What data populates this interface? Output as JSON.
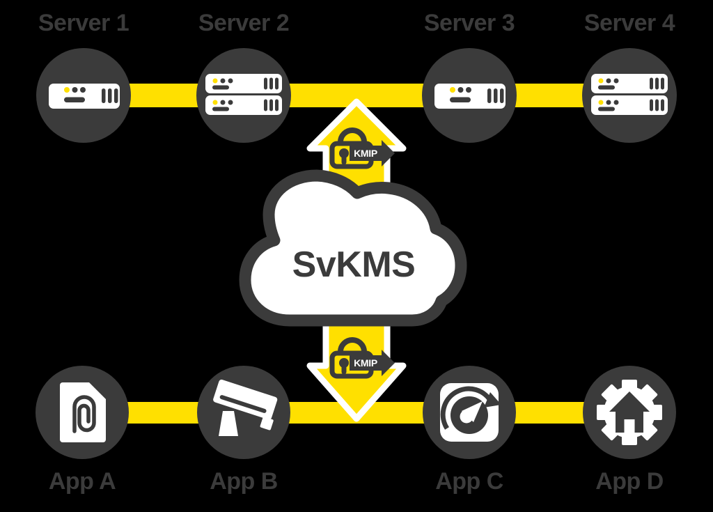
{
  "diagram": {
    "cloud_title": "SvKMS",
    "protocol_label": "KMIP",
    "top_row": [
      {
        "label": "Server 1",
        "icon": "server-single-icon"
      },
      {
        "label": "Server 2",
        "icon": "server-double-icon"
      },
      {
        "label": "Server 3",
        "icon": "server-single-icon"
      },
      {
        "label": "Server 4",
        "icon": "server-double-icon"
      }
    ],
    "bottom_row": [
      {
        "label": "App A",
        "icon": "document-paperclip-icon"
      },
      {
        "label": "App B",
        "icon": "cctv-camera-icon"
      },
      {
        "label": "App C",
        "icon": "gauge-icon"
      },
      {
        "label": "App D",
        "icon": "gear-home-icon"
      }
    ],
    "colors": {
      "accent_yellow": "#FFE000",
      "node_dark": "#3B3B3B",
      "icon_white": "#FFFFFF",
      "background": "#000000"
    }
  }
}
